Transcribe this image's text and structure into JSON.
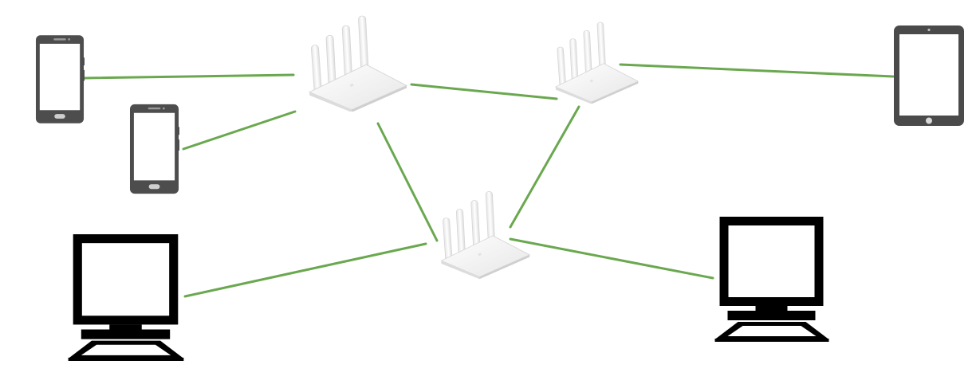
{
  "diagram": {
    "kind": "wireless-mesh-network",
    "link_color": "#6aa84f",
    "routers": [
      {
        "id": "router-top-left",
        "icon": "wifi-router-icon"
      },
      {
        "id": "router-top-right",
        "icon": "wifi-router-icon"
      },
      {
        "id": "router-bottom",
        "icon": "wifi-router-icon"
      }
    ],
    "devices": [
      {
        "id": "phone-left-top",
        "icon": "smartphone-icon"
      },
      {
        "id": "phone-left-bottom",
        "icon": "smartphone-icon"
      },
      {
        "id": "tablet-right",
        "icon": "tablet-icon"
      },
      {
        "id": "computer-left",
        "icon": "desktop-computer-icon"
      },
      {
        "id": "computer-right",
        "icon": "desktop-computer-icon"
      }
    ],
    "links": [
      {
        "from": "phone-left-top",
        "to": "router-top-left"
      },
      {
        "from": "phone-left-bottom",
        "to": "router-top-left"
      },
      {
        "from": "router-top-left",
        "to": "router-top-right"
      },
      {
        "from": "router-top-left",
        "to": "router-bottom"
      },
      {
        "from": "router-top-right",
        "to": "router-bottom"
      },
      {
        "from": "router-top-right",
        "to": "tablet-right"
      },
      {
        "from": "computer-left",
        "to": "router-bottom"
      },
      {
        "from": "router-bottom",
        "to": "computer-right"
      }
    ]
  }
}
